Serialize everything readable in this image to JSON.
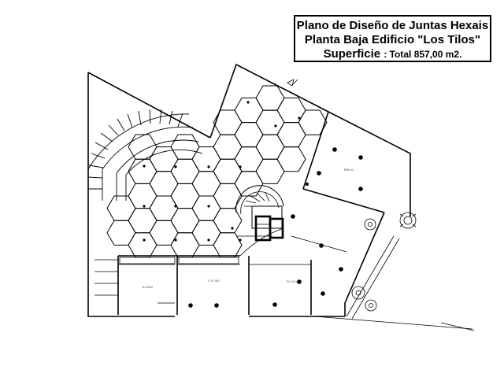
{
  "title": {
    "line1": "Plano de Diseño de Juntas Hexais",
    "line2": "Planta Baja Edificio \"Los Tilos\"",
    "surface_label": "Superficie",
    "surface_value": ": Total 857,00 m2."
  },
  "colors": {
    "ink": "#000000",
    "background": "#ffffff"
  }
}
